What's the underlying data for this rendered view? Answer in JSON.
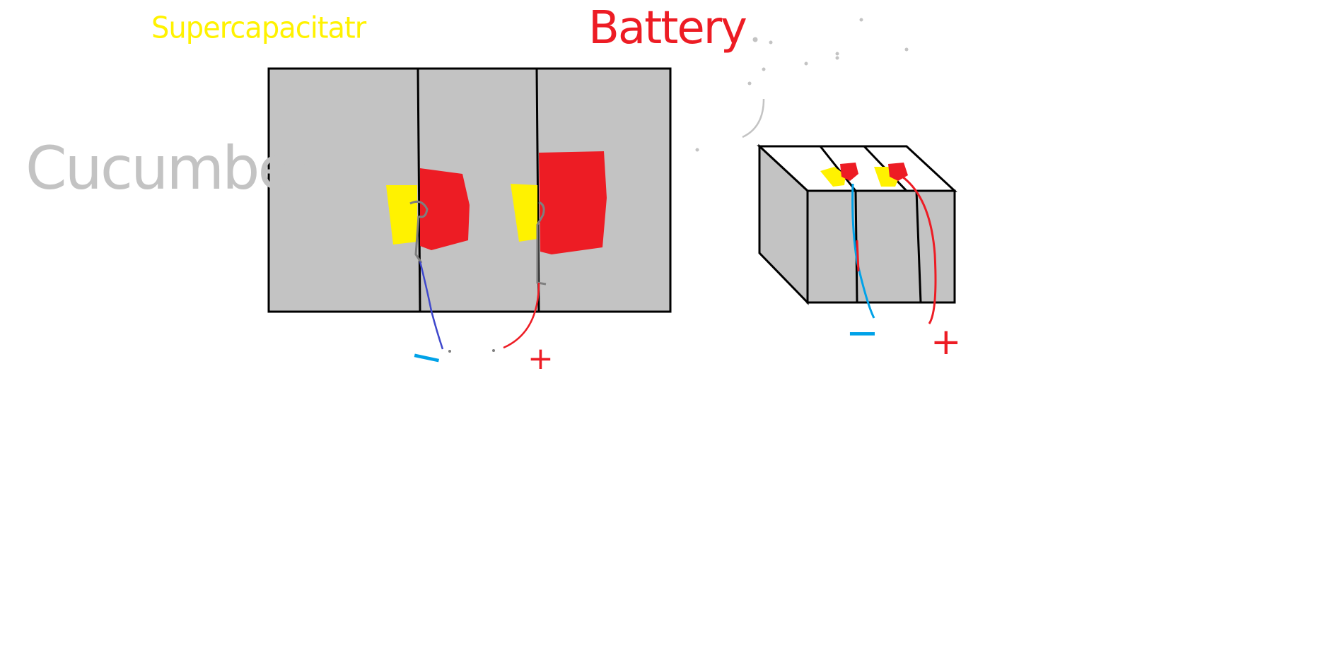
{
  "labels": {
    "supercapacitor": "Supercapacitatr",
    "battery": "Battery",
    "cucumber": "Cucumber"
  },
  "signs": {
    "supercap_negative": "−",
    "supercap_positive": "+",
    "battery_negative": "−",
    "battery_positive": "+"
  },
  "colors": {
    "cucumber_fill": "#c3c3c3",
    "outline": "#000000",
    "positive_red": "#ed1c24",
    "negative_yellow": "#fff200",
    "supercap_neg_wire": "#3f48cc",
    "battery_neg_wire": "#00a2e8",
    "clip_gray": "#7f7f7f",
    "cucumber_text": "#c3c3c3",
    "super_text": "#fff200",
    "battery_text": "#ed1c24",
    "minus_text": "#00a2e8"
  }
}
